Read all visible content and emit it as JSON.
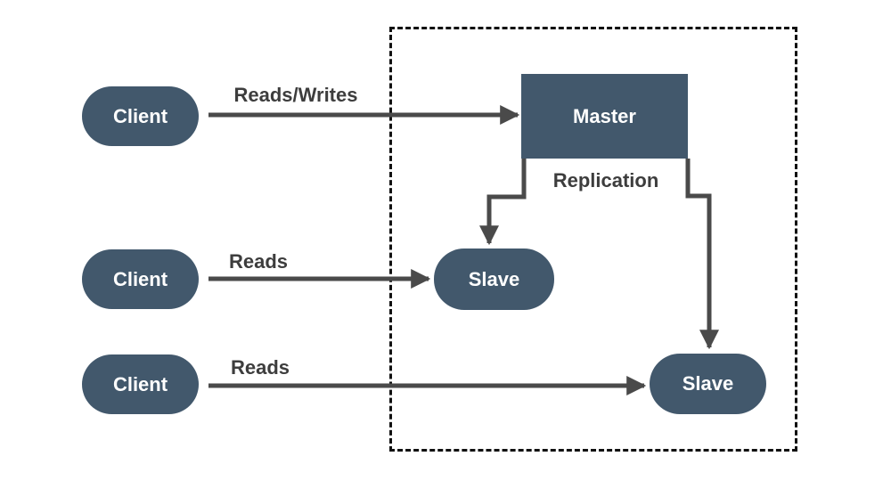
{
  "colors": {
    "node_fill": "#42586c",
    "node_text": "#ffffff",
    "arrow": "#4a4a4a",
    "edge_label_text": "#3d3d3d",
    "boundary_border": "#111111",
    "background": "#ffffff"
  },
  "nodes": {
    "client1": {
      "label": "Client"
    },
    "client2": {
      "label": "Client"
    },
    "client3": {
      "label": "Client"
    },
    "master": {
      "label": "Master"
    },
    "slave1": {
      "label": "Slave"
    },
    "slave2": {
      "label": "Slave"
    }
  },
  "edge_labels": {
    "reads_writes": "Reads/Writes",
    "reads_mid": "Reads",
    "reads_bottom": "Reads",
    "replication": "Replication"
  }
}
